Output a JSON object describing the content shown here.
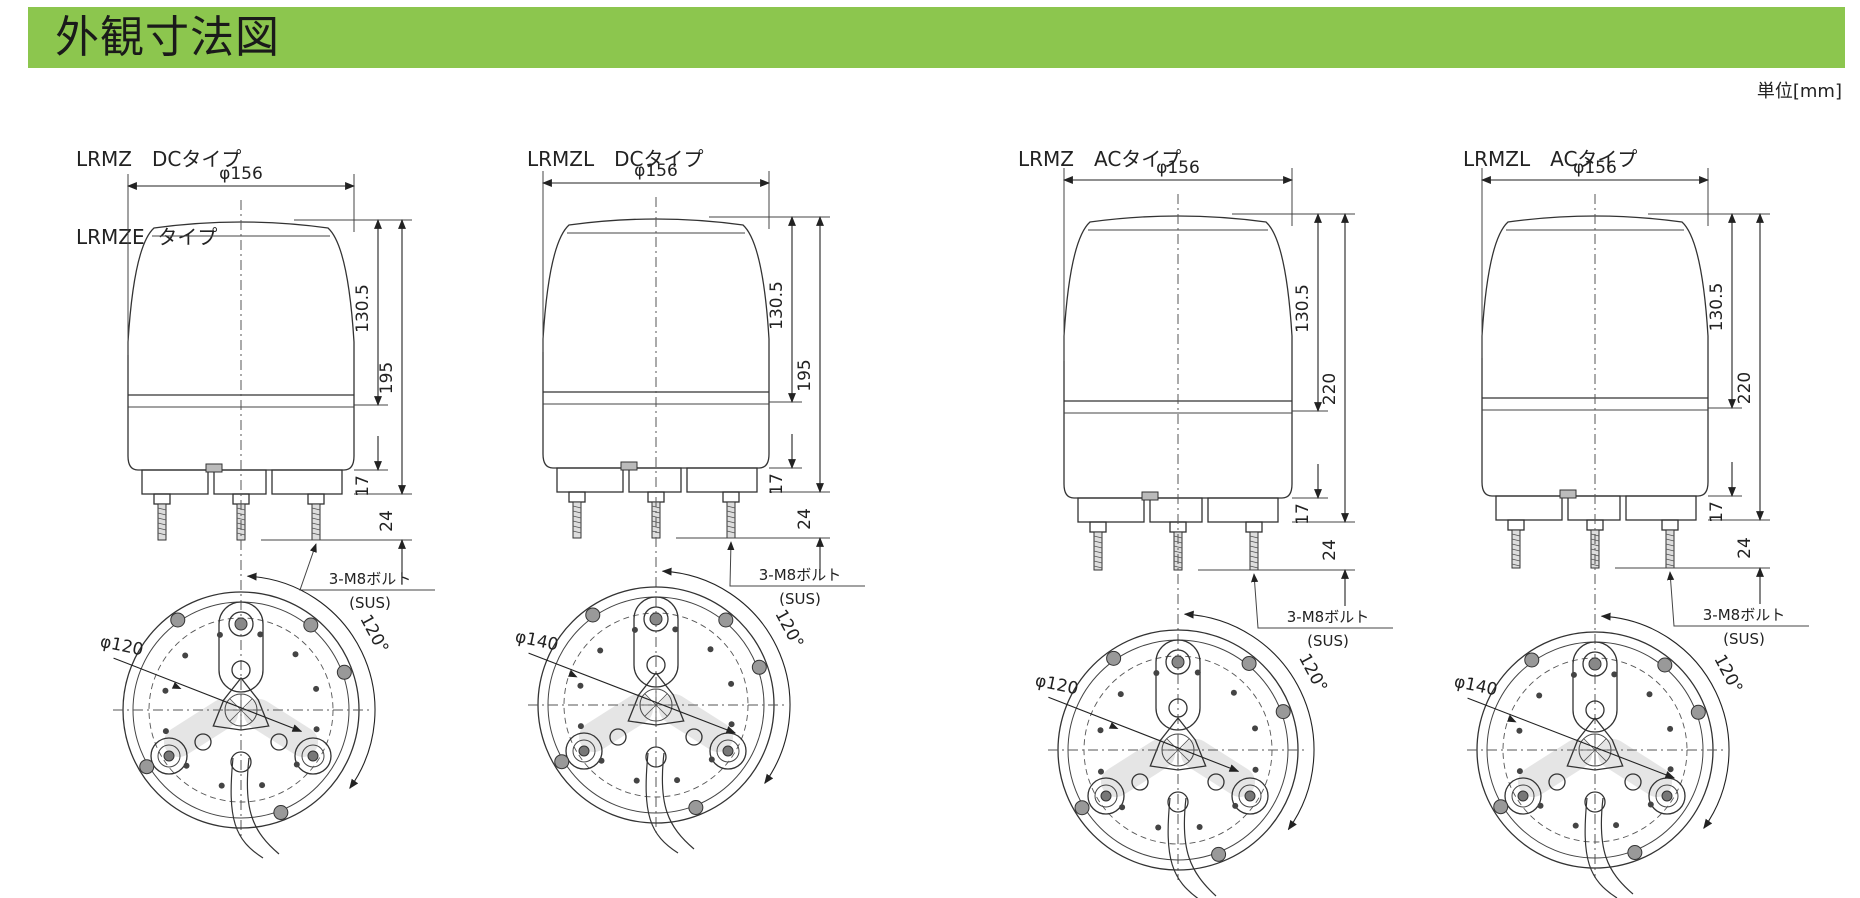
{
  "header": {
    "title": "外観寸法図",
    "bar_color": "#8cc64e"
  },
  "unit": "単位[mm]",
  "models": [
    {
      "label_lines": [
        "LRMZ　DCタイプ",
        "LRMZE  タイプ"
      ],
      "diameter": "φ156",
      "dome_height": "130.5",
      "total_height": "195",
      "base_height": "17",
      "bolt_length": "24",
      "bolt_line1": "3-M8ボルト",
      "bolt_line2": "(SUS)",
      "bottom_diameter": "φ120",
      "angle": "120°"
    },
    {
      "label_lines": [
        "LRMZL　DCタイプ"
      ],
      "diameter": "φ156",
      "dome_height": "130.5",
      "total_height": "195",
      "base_height": "17",
      "bolt_length": "24",
      "bolt_line1": "3-M8ボルト",
      "bolt_line2": "(SUS)",
      "bottom_diameter": "φ140",
      "angle": "120°"
    },
    {
      "label_lines": [
        "LRMZ　ACタイプ"
      ],
      "diameter": "φ156",
      "dome_height": "130.5",
      "total_height": "220",
      "base_height": "17",
      "bolt_length": "24",
      "bolt_line1": "3-M8ボルト",
      "bolt_line2": "(SUS)",
      "bottom_diameter": "φ120",
      "angle": "120°"
    },
    {
      "label_lines": [
        "LRMZL　ACタイプ"
      ],
      "diameter": "φ156",
      "dome_height": "130.5",
      "total_height": "220",
      "base_height": "17",
      "bolt_length": "24",
      "bolt_line1": "3-M8ボルト",
      "bolt_line2": "(SUS)",
      "bottom_diameter": "φ140",
      "angle": "120°"
    }
  ]
}
